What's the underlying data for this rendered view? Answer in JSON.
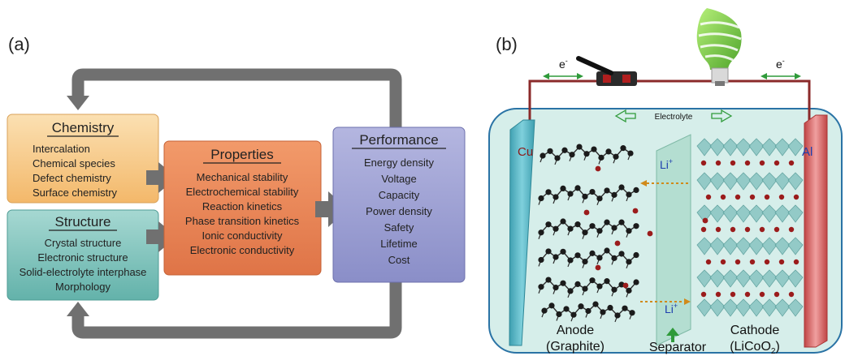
{
  "panel_a": {
    "label": "(a)",
    "chemistry": {
      "title": "Chemistry",
      "items": [
        "Intercalation",
        "Chemical species",
        "Defect chemistry",
        "Surface chemistry"
      ],
      "color": "#f6c98a"
    },
    "structure": {
      "title": "Structure",
      "items": [
        "Crystal structure",
        "Electronic structure",
        "Solid-electrolyte interphase",
        "Morphology"
      ],
      "color": "#7fc3bd"
    },
    "properties": {
      "title": "Properties",
      "items": [
        "Mechanical stability",
        "Electrochemical stability",
        "Reaction kinetics",
        "Phase transition kinetics",
        "Ionic conductivity",
        "Electronic conductivity"
      ],
      "color": "#e9875a"
    },
    "performance": {
      "title": "Performance",
      "items": [
        "Energy density",
        "Voltage",
        "Capacity",
        "Power density",
        "Safety",
        "Lifetime",
        "Cost"
      ],
      "color": "#9c9fd0"
    },
    "arrow_color": "#707070"
  },
  "panel_b": {
    "label": "(b)",
    "electron_left": "e",
    "electron_right": "e",
    "electron_sup": "-",
    "electrolyte": "Electrolyte",
    "cu_label": "Cu",
    "al_label": "Al",
    "li_top": "Li",
    "li_bottom": "Li",
    "li_sup": "+",
    "anode_line1": "Anode",
    "anode_line2": "(Graphite)",
    "separator": "Separator",
    "cathode_line1": "Cathode",
    "cathode_line2": "(LiCoO",
    "cathode_sub": "2",
    "cathode_close": ")",
    "colors": {
      "electrolyte_fill": "#d6eeea",
      "cu_electrode": "#5ab5c4",
      "al_electrode": "#d25b5b",
      "wire": "#8b2a2a",
      "li_ion": "#9b1c1c",
      "cathode_crystal": "#8cc7c4",
      "green_arrow": "#2f9a3a"
    }
  }
}
